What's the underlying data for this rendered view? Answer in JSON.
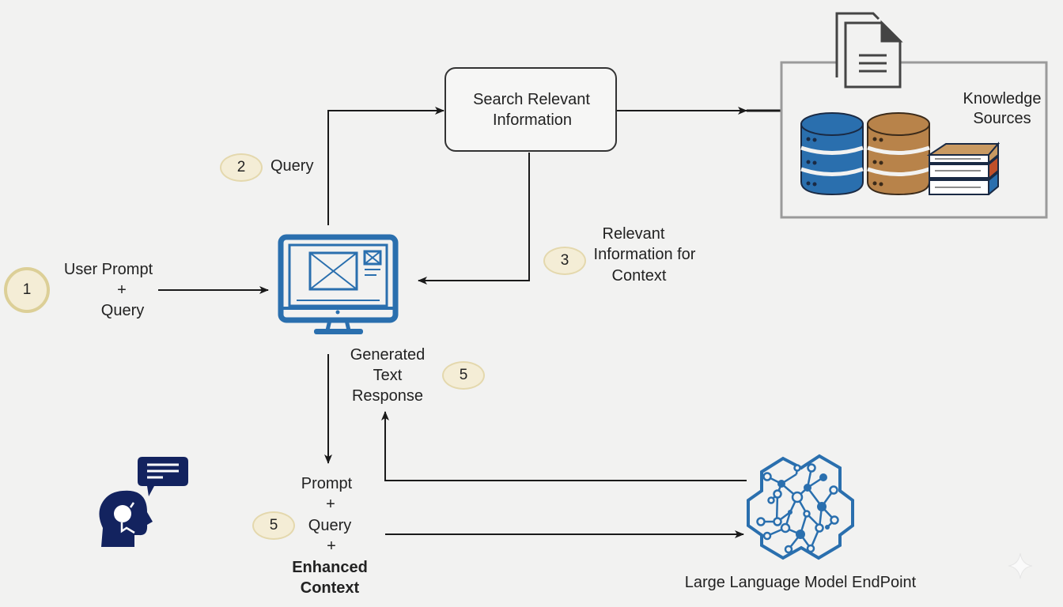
{
  "search_box": {
    "label_line1": "Search Relevant",
    "label_line2": "Information"
  },
  "knowledge_sources": {
    "label_line1": "Knowledge",
    "label_line2": "Sources"
  },
  "steps": {
    "step1": {
      "number": "1",
      "label_line1": "User Prompt",
      "label_line2": "+",
      "label_line3": "Query"
    },
    "step2": {
      "number": "2",
      "label": "Query"
    },
    "step3": {
      "number": "3",
      "label_line1": "Relevant",
      "label_line2": "Information for",
      "label_line3": "Context"
    },
    "step5a": {
      "number": "5",
      "label_line1": "Generated",
      "label_line2": "Text",
      "label_line3": "Response"
    },
    "step5b": {
      "number": "5",
      "label_line1": "Prompt",
      "label_line2": "+",
      "label_line3": "Query",
      "label_line4": "+",
      "label_line5": "Enhanced",
      "label_line6": "Context"
    }
  },
  "llm": {
    "label": "Large Language Model EndPoint"
  },
  "colors": {
    "blue": "#2a6fae",
    "brown": "#b8834a",
    "navy": "#13235f",
    "badge": "#f4edd6",
    "line": "#1a1a1a"
  },
  "icons": [
    "documents-icon",
    "database-icon",
    "books-icon",
    "monitor-icon",
    "neural-network-icon",
    "person-speech-icon",
    "sparkle-icon"
  ]
}
